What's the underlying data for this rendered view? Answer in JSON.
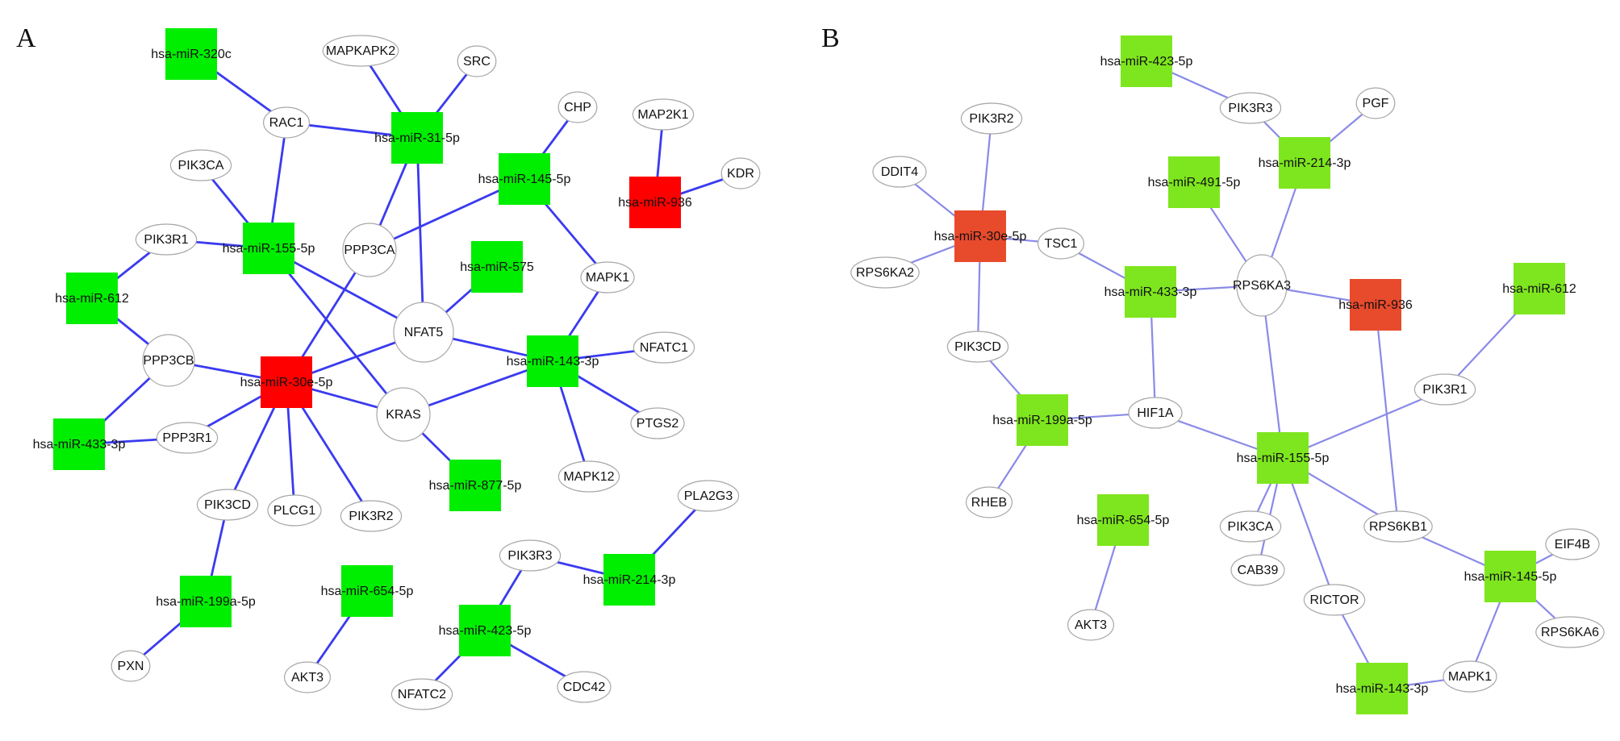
{
  "colors": {
    "gene_fill": "#ffffff",
    "gene_stroke": "#a8a8a8",
    "label": "#111111",
    "panel_a": {
      "edge": "#3a3af0",
      "mirna_down": "#00ee00",
      "mirna_up": "#ff0000"
    },
    "panel_b": {
      "edge": "#8a8ae8",
      "mirna_down": "#7ee61e",
      "mirna_up": "#e84a2c"
    }
  },
  "panels": [
    {
      "id": "A",
      "label": "A",
      "nodes": [
        {
          "id": "a-mir320c",
          "label": "hsa-miR-320c",
          "type": "mirna-down"
        },
        {
          "id": "a-mapkapk2",
          "label": "MAPKAPK2",
          "type": "gene"
        },
        {
          "id": "a-src",
          "label": "SRC",
          "type": "gene"
        },
        {
          "id": "a-rac1",
          "label": "RAC1",
          "type": "gene"
        },
        {
          "id": "a-mir31",
          "label": "hsa-miR-31-5p",
          "type": "mirna-down"
        },
        {
          "id": "a-chp",
          "label": "CHP",
          "type": "gene"
        },
        {
          "id": "a-map2k1",
          "label": "MAP2K1",
          "type": "gene"
        },
        {
          "id": "a-kdr",
          "label": "KDR",
          "type": "gene"
        },
        {
          "id": "a-mir936",
          "label": "hsa-miR-936",
          "type": "mirna-up"
        },
        {
          "id": "a-pik3ca",
          "label": "PIK3CA",
          "type": "gene"
        },
        {
          "id": "a-mir145",
          "label": "hsa-miR-145-5p",
          "type": "mirna-down"
        },
        {
          "id": "a-pik3r1",
          "label": "PIK3R1",
          "type": "gene"
        },
        {
          "id": "a-mir155",
          "label": "hsa-miR-155-5p",
          "type": "mirna-down"
        },
        {
          "id": "a-ppp3ca",
          "label": "PPP3CA",
          "type": "gene"
        },
        {
          "id": "a-mir575",
          "label": "hsa-miR-575",
          "type": "mirna-down"
        },
        {
          "id": "a-mapk1",
          "label": "MAPK1",
          "type": "gene"
        },
        {
          "id": "a-mir612",
          "label": "hsa-miR-612",
          "type": "mirna-down"
        },
        {
          "id": "a-nfat5",
          "label": "NFAT5",
          "type": "gene"
        },
        {
          "id": "a-nfatc1",
          "label": "NFATC1",
          "type": "gene"
        },
        {
          "id": "a-ppp3cb",
          "label": "PPP3CB",
          "type": "gene"
        },
        {
          "id": "a-mir30e",
          "label": "hsa-miR-30e-5p",
          "type": "mirna-up"
        },
        {
          "id": "a-mir143",
          "label": "hsa-miR-143-3p",
          "type": "mirna-down"
        },
        {
          "id": "a-kras",
          "label": "KRAS",
          "type": "gene"
        },
        {
          "id": "a-ptgs2",
          "label": "PTGS2",
          "type": "gene"
        },
        {
          "id": "a-mir433",
          "label": "hsa-miR-433-3p",
          "type": "mirna-down"
        },
        {
          "id": "a-ppp3r1",
          "label": "PPP3R1",
          "type": "gene"
        },
        {
          "id": "a-mapk12",
          "label": "MAPK12",
          "type": "gene"
        },
        {
          "id": "a-pik3cd",
          "label": "PIK3CD",
          "type": "gene"
        },
        {
          "id": "a-mir877",
          "label": "hsa-miR-877-5p",
          "type": "mirna-down"
        },
        {
          "id": "a-plcg1",
          "label": "PLCG1",
          "type": "gene"
        },
        {
          "id": "a-pik3r2",
          "label": "PIK3R2",
          "type": "gene"
        },
        {
          "id": "a-pla2g3",
          "label": "PLA2G3",
          "type": "gene"
        },
        {
          "id": "a-pik3r3",
          "label": "PIK3R3",
          "type": "gene"
        },
        {
          "id": "a-mir214",
          "label": "hsa-miR-214-3p",
          "type": "mirna-down"
        },
        {
          "id": "a-mir199a",
          "label": "hsa-miR-199a-5p",
          "type": "mirna-down"
        },
        {
          "id": "a-mir654",
          "label": "hsa-miR-654-5p",
          "type": "mirna-down"
        },
        {
          "id": "a-mir423",
          "label": "hsa-miR-423-5p",
          "type": "mirna-down"
        },
        {
          "id": "a-pxn",
          "label": "PXN",
          "type": "gene"
        },
        {
          "id": "a-akt3",
          "label": "AKT3",
          "type": "gene"
        },
        {
          "id": "a-nfatc2",
          "label": "NFATC2",
          "type": "gene"
        },
        {
          "id": "a-cdc42",
          "label": "CDC42",
          "type": "gene"
        }
      ],
      "edges": [
        [
          "a-mir320c",
          "a-rac1"
        ],
        [
          "a-rac1",
          "a-mir31"
        ],
        [
          "a-rac1",
          "a-mir155"
        ],
        [
          "a-mapkapk2",
          "a-mir31"
        ],
        [
          "a-src",
          "a-mir31"
        ],
        [
          "a-mir31",
          "a-ppp3ca"
        ],
        [
          "a-mir31",
          "a-nfat5"
        ],
        [
          "a-chp",
          "a-mir145"
        ],
        [
          "a-mir145",
          "a-ppp3ca"
        ],
        [
          "a-mir145",
          "a-mapk1"
        ],
        [
          "a-map2k1",
          "a-mir936"
        ],
        [
          "a-kdr",
          "a-mir936"
        ],
        [
          "a-pik3ca",
          "a-mir155"
        ],
        [
          "a-pik3r1",
          "a-mir155"
        ],
        [
          "a-mir155",
          "a-nfat5"
        ],
        [
          "a-mir155",
          "a-kras"
        ],
        [
          "a-pik3r1",
          "a-mir612"
        ],
        [
          "a-mir612",
          "a-ppp3cb"
        ],
        [
          "a-ppp3ca",
          "a-mir30e"
        ],
        [
          "a-mir575",
          "a-nfat5"
        ],
        [
          "a-nfat5",
          "a-mir30e"
        ],
        [
          "a-nfat5",
          "a-mir143"
        ],
        [
          "a-mapk1",
          "a-mir143"
        ],
        [
          "a-nfatc1",
          "a-mir143"
        ],
        [
          "a-ppp3cb",
          "a-mir30e"
        ],
        [
          "a-ppp3cb",
          "a-mir433"
        ],
        [
          "a-mir433",
          "a-ppp3r1"
        ],
        [
          "a-ppp3r1",
          "a-mir30e"
        ],
        [
          "a-mir30e",
          "a-kras"
        ],
        [
          "a-mir30e",
          "a-pik3cd"
        ],
        [
          "a-mir30e",
          "a-plcg1"
        ],
        [
          "a-mir30e",
          "a-pik3r2"
        ],
        [
          "a-kras",
          "a-mir143"
        ],
        [
          "a-kras",
          "a-mir877"
        ],
        [
          "a-mir143",
          "a-ptgs2"
        ],
        [
          "a-mir143",
          "a-mapk12"
        ],
        [
          "a-pik3cd",
          "a-mir199a"
        ],
        [
          "a-mir199a",
          "a-pxn"
        ],
        [
          "a-mir654",
          "a-akt3"
        ],
        [
          "a-pik3r3",
          "a-mir214"
        ],
        [
          "a-mir214",
          "a-pla2g3"
        ],
        [
          "a-pik3r3",
          "a-mir423"
        ],
        [
          "a-mir423",
          "a-nfatc2"
        ],
        [
          "a-mir423",
          "a-cdc42"
        ]
      ]
    },
    {
      "id": "B",
      "label": "B",
      "nodes": [
        {
          "id": "b-mir423",
          "label": "hsa-miR-423-5p",
          "type": "mirna-down"
        },
        {
          "id": "b-pik3r2",
          "label": "PIK3R2",
          "type": "gene"
        },
        {
          "id": "b-pik3r3",
          "label": "PIK3R3",
          "type": "gene"
        },
        {
          "id": "b-pgf",
          "label": "PGF",
          "type": "gene"
        },
        {
          "id": "b-ddit4",
          "label": "DDIT4",
          "type": "gene"
        },
        {
          "id": "b-mir214",
          "label": "hsa-miR-214-3p",
          "type": "mirna-down"
        },
        {
          "id": "b-mir491",
          "label": "hsa-miR-491-5p",
          "type": "mirna-down"
        },
        {
          "id": "b-mir30e",
          "label": "hsa-miR-30e-5p",
          "type": "mirna-up"
        },
        {
          "id": "b-tsc1",
          "label": "TSC1",
          "type": "gene"
        },
        {
          "id": "b-rps6ka2",
          "label": "RPS6KA2",
          "type": "gene"
        },
        {
          "id": "b-mir433",
          "label": "hsa-miR-433-3p",
          "type": "mirna-down"
        },
        {
          "id": "b-rps6ka3",
          "label": "RPS6KA3",
          "type": "gene"
        },
        {
          "id": "b-mir936",
          "label": "hsa-miR-936",
          "type": "mirna-up"
        },
        {
          "id": "b-mir612",
          "label": "hsa-miR-612",
          "type": "mirna-down"
        },
        {
          "id": "b-pik3cd",
          "label": "PIK3CD",
          "type": "gene"
        },
        {
          "id": "b-pik3r1",
          "label": "PIK3R1",
          "type": "gene"
        },
        {
          "id": "b-mir199a",
          "label": "hsa-miR-199a-5p",
          "type": "mirna-down"
        },
        {
          "id": "b-hif1a",
          "label": "HIF1A",
          "type": "gene"
        },
        {
          "id": "b-mir155",
          "label": "hsa-miR-155-5p",
          "type": "mirna-down"
        },
        {
          "id": "b-rheb",
          "label": "RHEB",
          "type": "gene"
        },
        {
          "id": "b-mir654",
          "label": "hsa-miR-654-5p",
          "type": "mirna-down"
        },
        {
          "id": "b-pik3ca",
          "label": "PIK3CA",
          "type": "gene"
        },
        {
          "id": "b-rps6kb1",
          "label": "RPS6KB1",
          "type": "gene"
        },
        {
          "id": "b-eif4b",
          "label": "EIF4B",
          "type": "gene"
        },
        {
          "id": "b-cab39",
          "label": "CAB39",
          "type": "gene"
        },
        {
          "id": "b-mir145",
          "label": "hsa-miR-145-5p",
          "type": "mirna-down"
        },
        {
          "id": "b-rictor",
          "label": "RICTOR",
          "type": "gene"
        },
        {
          "id": "b-akt3",
          "label": "AKT3",
          "type": "gene"
        },
        {
          "id": "b-rps6ka6",
          "label": "RPS6KA6",
          "type": "gene"
        },
        {
          "id": "b-mapk1",
          "label": "MAPK1",
          "type": "gene"
        },
        {
          "id": "b-mir143",
          "label": "hsa-miR-143-3p",
          "type": "mirna-down"
        }
      ],
      "edges": [
        [
          "b-mir423",
          "b-pik3r3"
        ],
        [
          "b-pik3r3",
          "b-mir214"
        ],
        [
          "b-mir214",
          "b-pgf"
        ],
        [
          "b-mir214",
          "b-rps6ka3"
        ],
        [
          "b-mir491",
          "b-rps6ka3"
        ],
        [
          "b-pik3r2",
          "b-mir30e"
        ],
        [
          "b-ddit4",
          "b-mir30e"
        ],
        [
          "b-rps6ka2",
          "b-mir30e"
        ],
        [
          "b-mir30e",
          "b-tsc1"
        ],
        [
          "b-mir30e",
          "b-pik3cd"
        ],
        [
          "b-tsc1",
          "b-mir433"
        ],
        [
          "b-mir433",
          "b-rps6ka3"
        ],
        [
          "b-mir433",
          "b-hif1a"
        ],
        [
          "b-rps6ka3",
          "b-mir936"
        ],
        [
          "b-rps6ka3",
          "b-mir155"
        ],
        [
          "b-mir936",
          "b-rps6kb1"
        ],
        [
          "b-mir612",
          "b-pik3r1"
        ],
        [
          "b-pik3r1",
          "b-mir155"
        ],
        [
          "b-pik3cd",
          "b-mir199a"
        ],
        [
          "b-mir199a",
          "b-hif1a"
        ],
        [
          "b-mir199a",
          "b-rheb"
        ],
        [
          "b-hif1a",
          "b-mir155"
        ],
        [
          "b-mir155",
          "b-pik3ca"
        ],
        [
          "b-mir155",
          "b-cab39"
        ],
        [
          "b-mir155",
          "b-rictor"
        ],
        [
          "b-mir155",
          "b-rps6kb1"
        ],
        [
          "b-mir654",
          "b-akt3"
        ],
        [
          "b-rps6kb1",
          "b-mir145"
        ],
        [
          "b-mir145",
          "b-eif4b"
        ],
        [
          "b-mir145",
          "b-rps6ka6"
        ],
        [
          "b-mir145",
          "b-mapk1"
        ],
        [
          "b-rictor",
          "b-mir143"
        ],
        [
          "b-mir143",
          "b-mapk1"
        ]
      ]
    }
  ]
}
